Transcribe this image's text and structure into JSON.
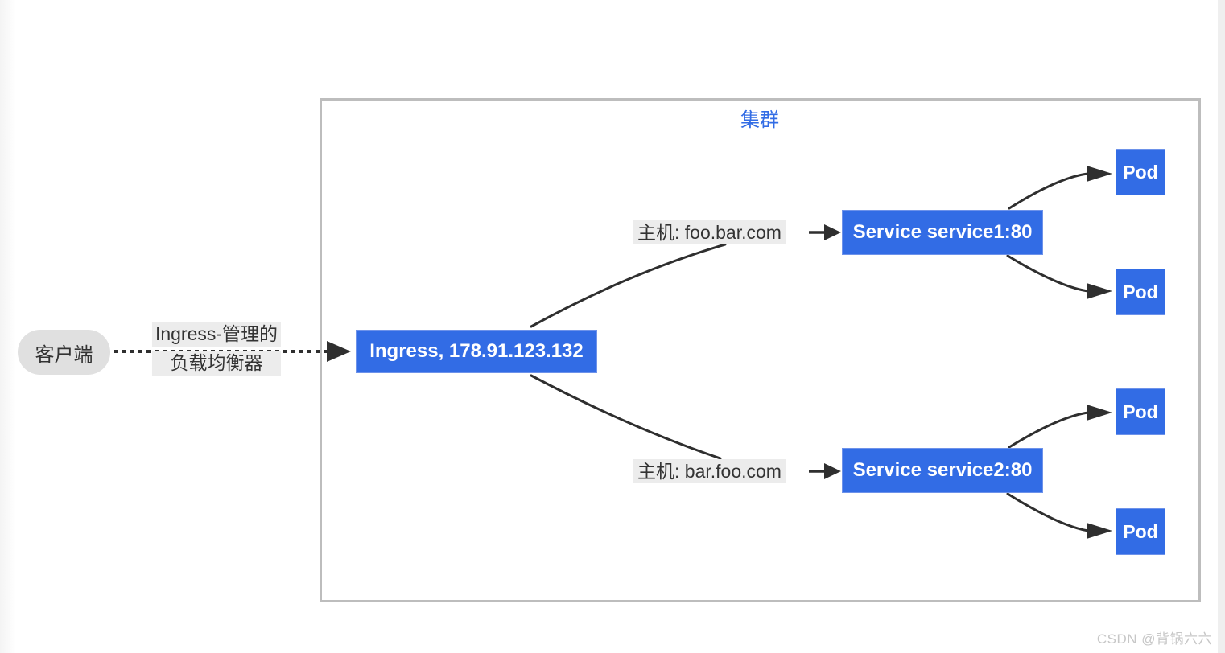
{
  "cluster": {
    "label": "集群"
  },
  "client": {
    "label": "客户端"
  },
  "edge_label": {
    "line1": "Ingress-管理的",
    "line2": "负载均衡器"
  },
  "ingress": {
    "label": "Ingress, 178.91.123.132"
  },
  "routes": [
    {
      "host_label": "主机: foo.bar.com",
      "service_label": "Service service1:80",
      "pods": [
        "Pod",
        "Pod"
      ]
    },
    {
      "host_label": "主机: bar.foo.com",
      "service_label": "Service service2:80",
      "pods": [
        "Pod",
        "Pod"
      ]
    }
  ],
  "watermark": "CSDN @背锅六六",
  "colors": {
    "node_blue": "#326ce5",
    "cluster_border": "#bdbdbd",
    "cluster_label": "#326ce5",
    "label_bg": "#ececec",
    "client_bg": "#e0e0e0",
    "edge_stroke": "#2f2f2f",
    "watermark_gray": "#c7c7c7"
  }
}
